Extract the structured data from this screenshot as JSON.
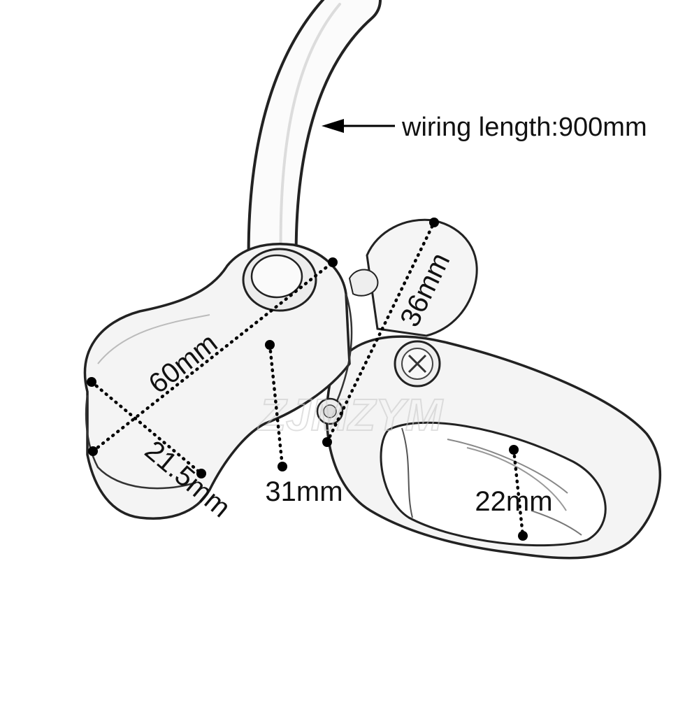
{
  "diagram": {
    "callout": {
      "text": "wiring length:900mm"
    },
    "dimensions": [
      {
        "id": "60",
        "label": "60mm"
      },
      {
        "id": "36",
        "label": "36mm"
      },
      {
        "id": "215",
        "label": "21.5mm"
      },
      {
        "id": "31",
        "label": "31mm"
      },
      {
        "id": "22",
        "label": "22mm"
      }
    ],
    "watermark": "ZJMZYM"
  },
  "colors": {
    "line": "#222222",
    "dot": "#000000",
    "body_fill": "#f4f4f4",
    "background": "#ffffff"
  }
}
